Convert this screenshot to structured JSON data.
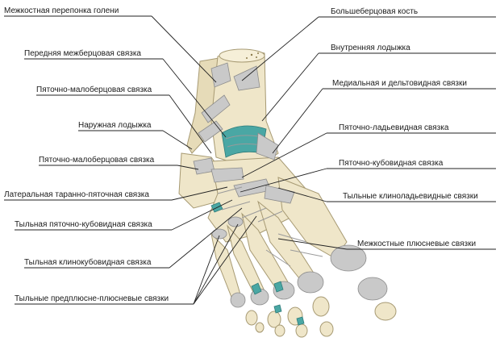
{
  "labels": {
    "interosseous_membrane": "Межкостная перепонка голени",
    "anterior_tibiofibular": "Передняя межберцовая связка",
    "calcaneofibular_upper": "Пяточно-малоберцовая связка",
    "lateral_malleolus": "Наружная лодыжка",
    "calcaneofibular_lower": "Пяточно-малоберцовая связка",
    "lateral_talocalcaneal": "Латеральная таранно-пяточная связка",
    "dorsal_calcaneocuboid": "Тыльная пяточно-кубовидная связка",
    "dorsal_cuneocuboid": "Тыльная клинокубовидная связка",
    "dorsal_tarsometatarsal": "Тыльные предплюсне-плюсневые связки",
    "tibia": "Большеберцовая кость",
    "medial_malleolus": "Внутренняя лодыжка",
    "medial_deltoid": "Медиальная и дельтовидная связки",
    "calcaneonavicular": "Пяточно-ладьевидная связка",
    "calcaneocuboid": "Пяточно-кубовидная связка",
    "dorsal_cuneonavicular": "Тыльные клиноладьевидные связки",
    "interosseous_metatarsal": "Межкостные плюсневые связки"
  },
  "colors": {
    "bone": "#efe6c9",
    "ligament": "#c9c9c9",
    "cartilage": "#4aa7a4",
    "leader_line": "#222222"
  }
}
